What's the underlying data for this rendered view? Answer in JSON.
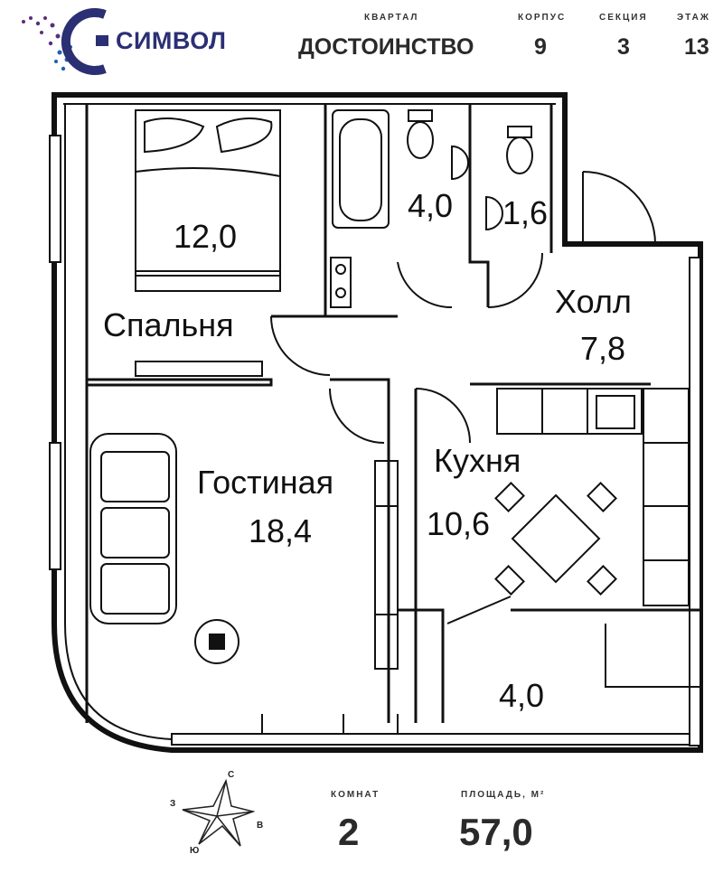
{
  "brand": {
    "name": "СИМВОЛ",
    "primary_color": "#2b2f73",
    "accent_color": "#1e5fb0",
    "logo_icon": "symbol-c-logo-icon"
  },
  "header": {
    "quarter_label": "КВАРТАЛ",
    "quarter_value": "ДОСТОИНСТВО",
    "building_label": "КОРПУС",
    "building_value": "9",
    "section_label": "СЕКЦИЯ",
    "section_value": "3",
    "floor_label": "ЭТАЖ",
    "floor_value": "13"
  },
  "rooms": {
    "bedroom_area": "12,0",
    "bedroom_name": "Спальня",
    "bathroom_area": "4,0",
    "wc_area": "1,6",
    "hall_name": "Холл",
    "hall_area": "7,8",
    "living_name": "Гостиная",
    "living_area": "18,4",
    "kitchen_name": "Кухня",
    "kitchen_area": "10,6",
    "loggia_area": "4,0"
  },
  "footer": {
    "rooms_label": "КОМНАТ",
    "rooms_value": "2",
    "area_label": "ПЛОЩАДЬ, М²",
    "area_value": "57,0",
    "compass": {
      "n": "С",
      "s": "Ю",
      "e": "В",
      "w": "З",
      "icon": "compass-rose-icon"
    }
  }
}
